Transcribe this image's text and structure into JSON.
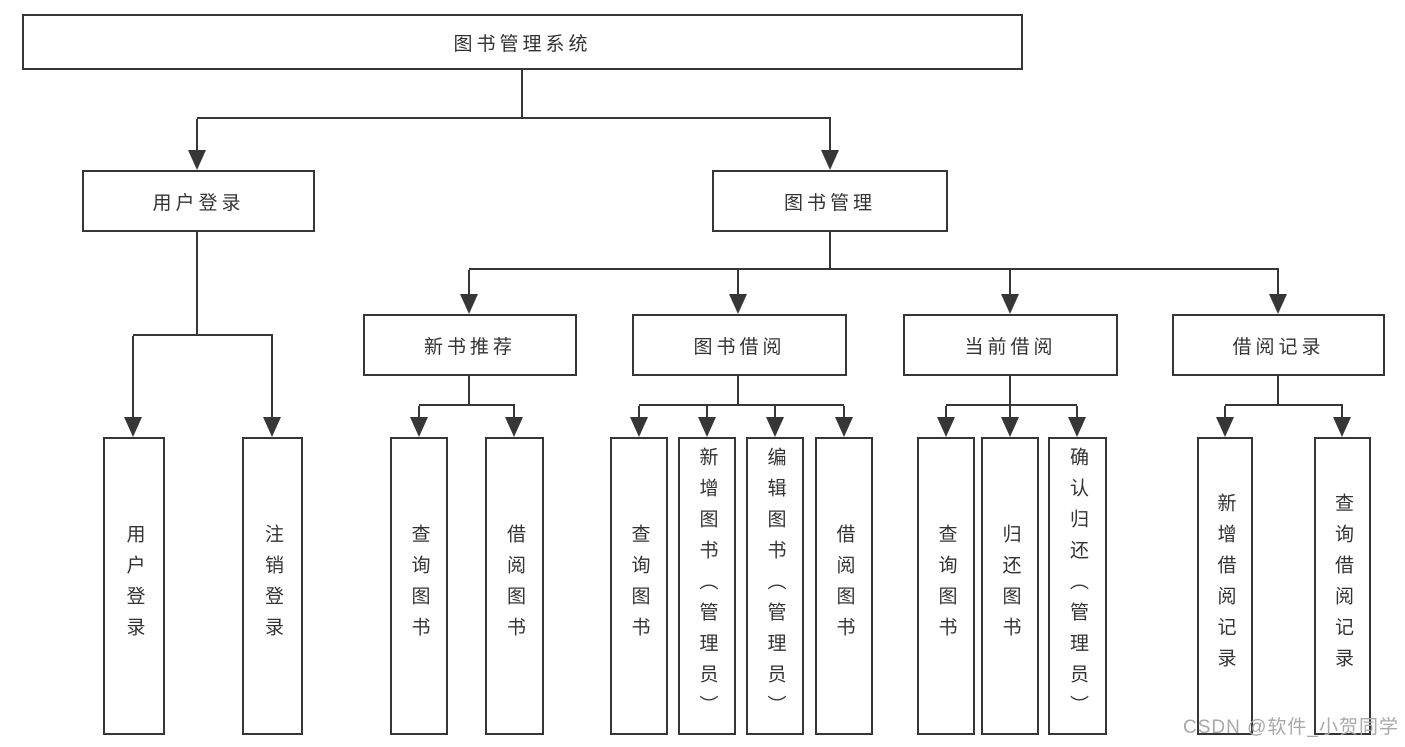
{
  "root": {
    "label": "图书管理系统"
  },
  "level2": {
    "user_login": "用户登录",
    "book_mgmt": "图书管理"
  },
  "level3": {
    "new_books": "新书推荐",
    "book_borrow": "图书借阅",
    "current_borrow": "当前借阅",
    "borrow_records": "借阅记录"
  },
  "leaves": {
    "user_login_leaf": "用户登录",
    "logout": "注销登录",
    "nb_query": "查询图书",
    "nb_borrow": "借阅图书",
    "bb_query": "查询图书",
    "bb_add": "新增图书（管理员）",
    "bb_edit": "编辑图书（管理员）",
    "bb_borrow": "借阅图书",
    "cb_query": "查询图书",
    "cb_return": "归还图书",
    "cb_confirm": "确认归还（管理员）",
    "br_add": "新增借阅记录",
    "br_query": "查询借阅记录"
  },
  "watermark": "CSDN @软件_小贺同学",
  "colors": {
    "line": "#363636",
    "text": "#333333",
    "watermark": "#a9a9a9",
    "background": "#ffffff"
  }
}
